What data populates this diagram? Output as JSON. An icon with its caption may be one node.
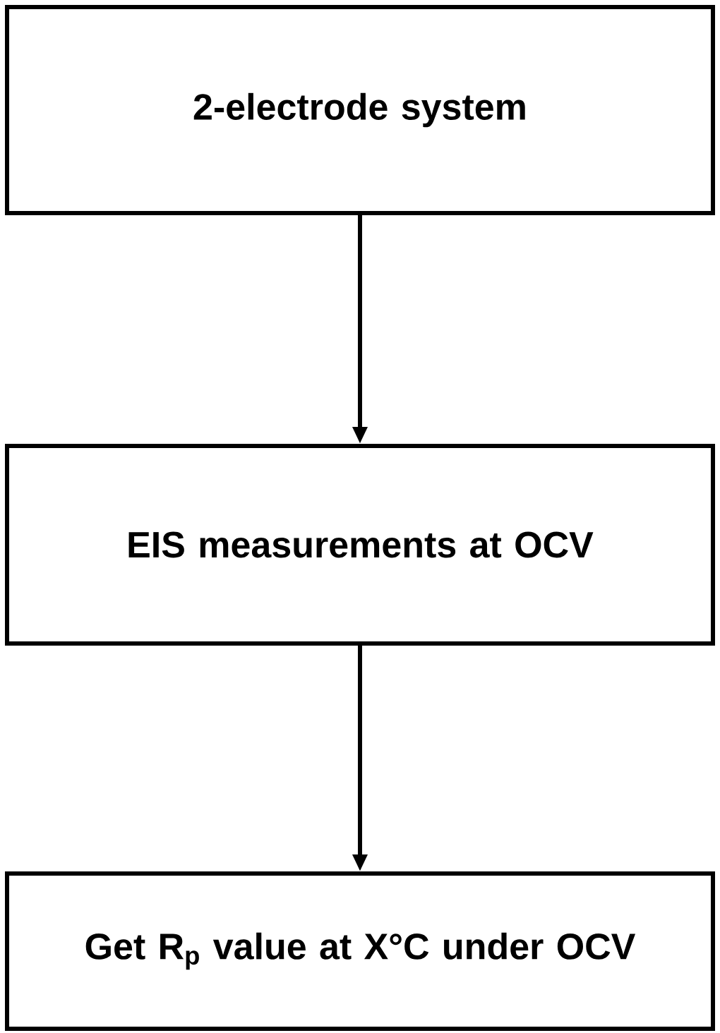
{
  "diagram": {
    "nodes": [
      {
        "text": [
          "2-electrode system"
        ]
      },
      {
        "text": [
          "EIS measurements at OCV"
        ]
      },
      {
        "text": [
          "Get R$_{p}$ value at X°C under OCV"
        ]
      }
    ],
    "edges": [
      {
        "from": 0,
        "to": 1,
        "arrow": "to"
      },
      {
        "from": 1,
        "to": 2,
        "arrow": "to"
      }
    ]
  }
}
